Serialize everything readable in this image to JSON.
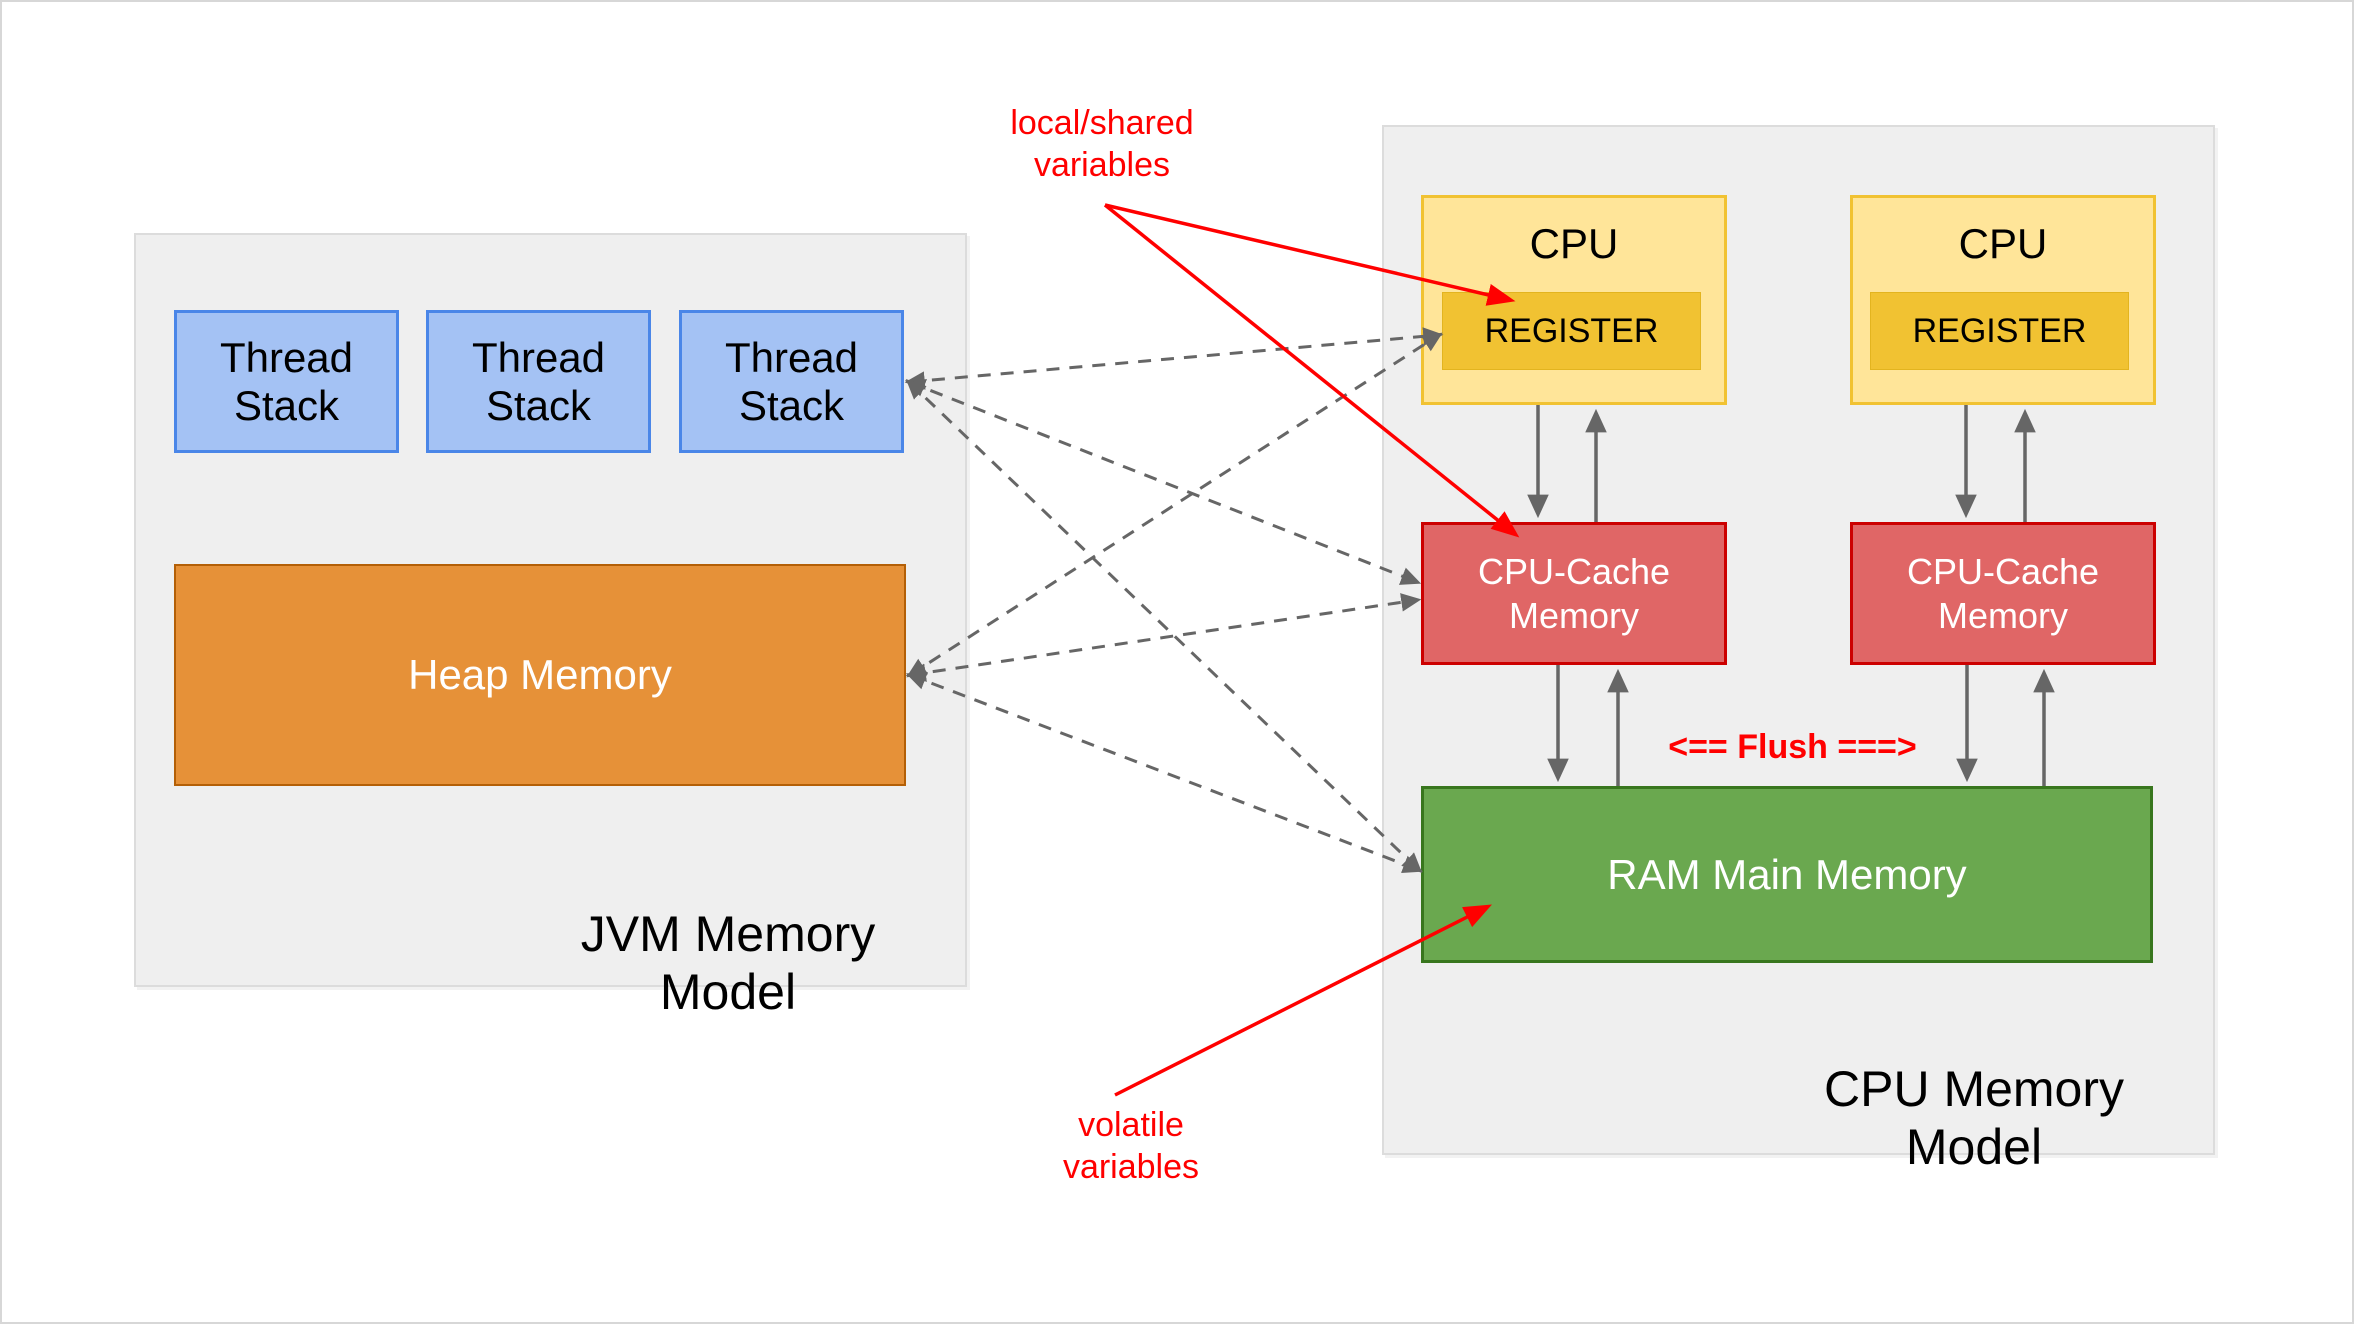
{
  "diagram": {
    "jvm": {
      "title": "JVM Memory Model",
      "thread_stacks": [
        {
          "label": "Thread Stack"
        },
        {
          "label": "Thread Stack"
        },
        {
          "label": "Thread Stack"
        }
      ],
      "heap_label": "Heap Memory"
    },
    "cpu": {
      "title": "CPU Memory Model",
      "cpus": [
        {
          "label": "CPU",
          "register_label": "REGISTER"
        },
        {
          "label": "CPU",
          "register_label": "REGISTER"
        }
      ],
      "caches": [
        {
          "label": "CPU-Cache Memory"
        },
        {
          "label": "CPU-Cache Memory"
        }
      ],
      "ram_label": "RAM Main Memory",
      "flush_label": "<== Flush ===>"
    },
    "annotations": {
      "local_shared_line1": "local/shared",
      "local_shared_line2": "variables",
      "volatile_label": "volatile variables"
    },
    "colors": {
      "thread_stack_fill": "#a4c2f4",
      "thread_stack_border": "#4a86e8",
      "heap_fill": "#e69138",
      "heap_border": "#b45f06",
      "cpu_fill": "#ffe599",
      "cpu_border": "#f1c232",
      "register_fill": "#f1c232",
      "cache_fill": "#e06666",
      "cache_border": "#cc0000",
      "ram_fill": "#6aa84f",
      "ram_border": "#38761d",
      "section_fill": "#efefef",
      "annotation_red": "#ff0000",
      "connector_gray": "#666666"
    }
  }
}
